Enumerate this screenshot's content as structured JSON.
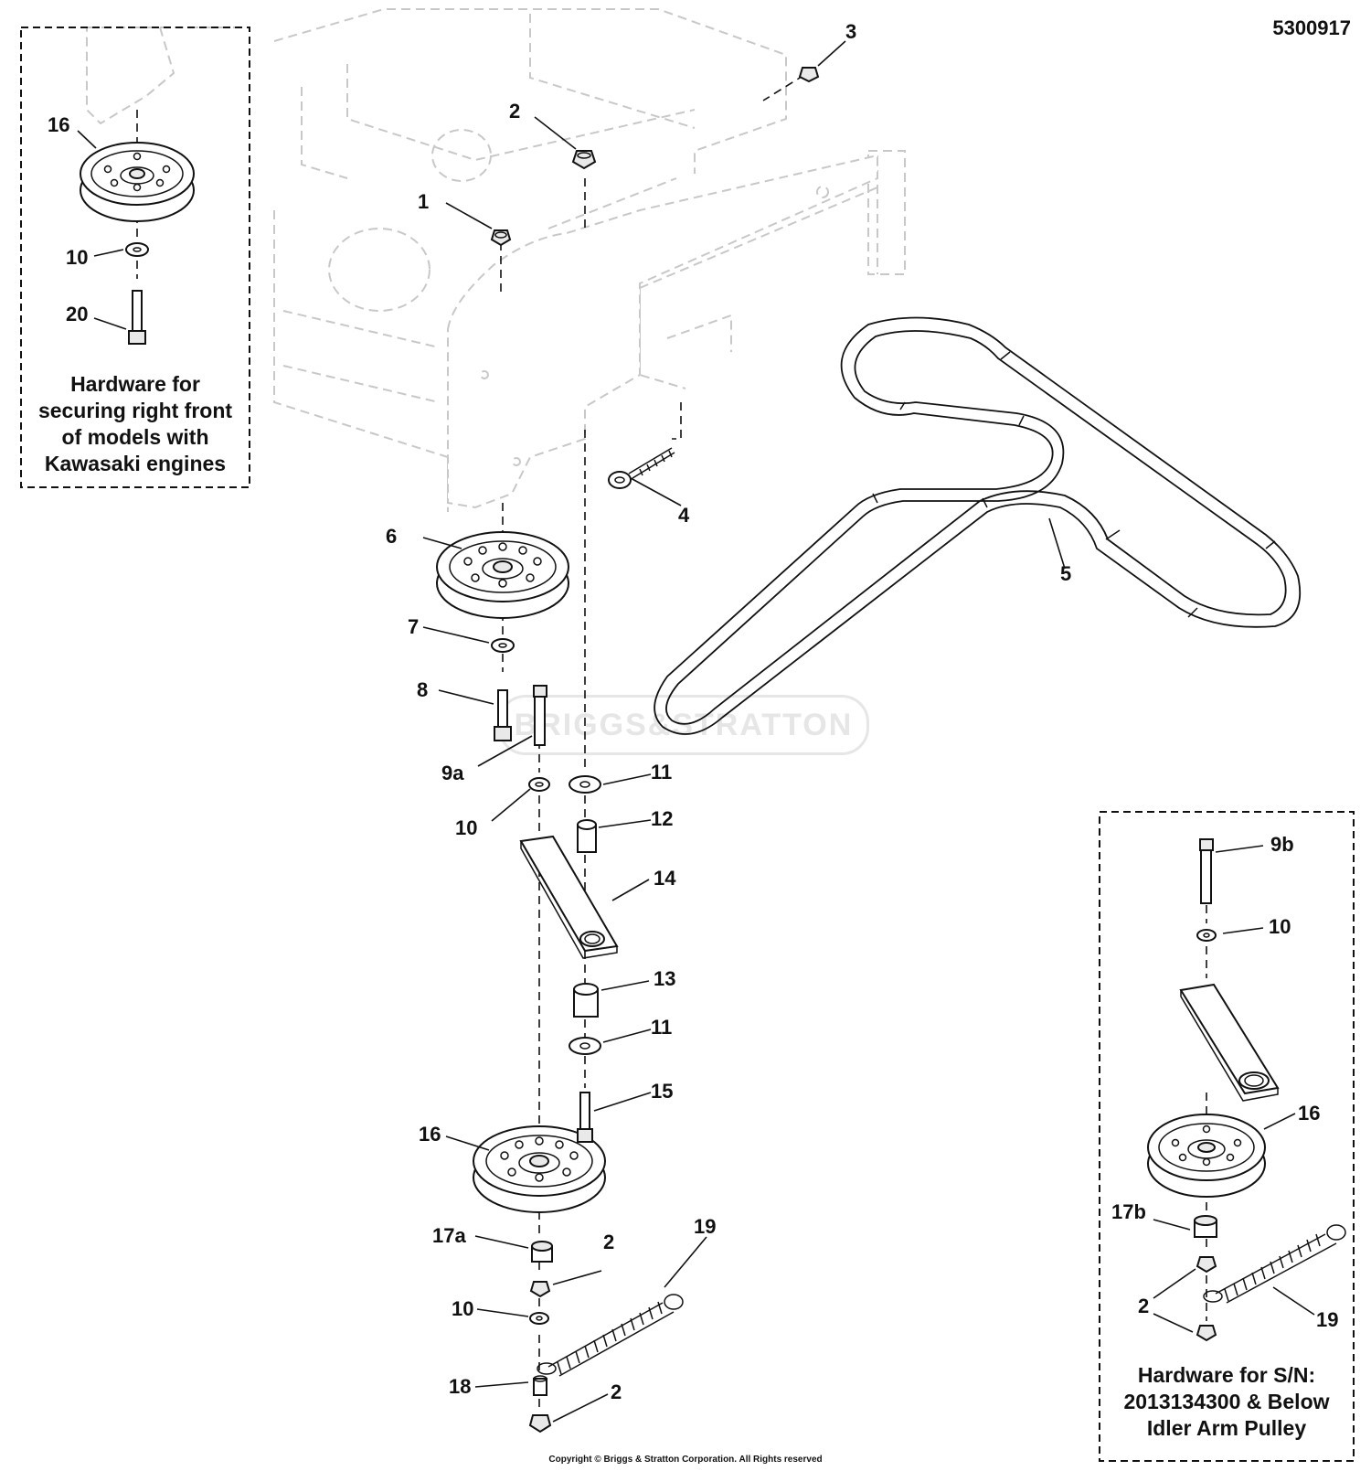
{
  "document_number": "5300917",
  "copyright": "Copyright © Briggs & Stratton Corporation. All Rights reserved",
  "watermark": "BRIGGS&STRATTON",
  "callouts": {
    "c1": "1",
    "c2_top": "2",
    "c3": "3",
    "c4": "4",
    "c5": "5",
    "c6": "6",
    "c7": "7",
    "c8": "8",
    "c9a": "9a",
    "c10_mid": "10",
    "c11_top": "11",
    "c12": "12",
    "c14": "14",
    "c13": "13",
    "c11_bot": "11",
    "c15": "15",
    "c16_main": "16",
    "c17a": "17a",
    "c2_mid": "2",
    "c19_main": "19",
    "c10_low": "10",
    "c18": "18",
    "c2_bot": "2"
  },
  "inset_left": {
    "callouts": {
      "c16": "16",
      "c10": "10",
      "c20": "20"
    },
    "note_lines": [
      "Hardware for",
      "securing right front",
      "of models with",
      "Kawasaki engines"
    ]
  },
  "inset_right": {
    "callouts": {
      "c9b": "9b",
      "c10": "10",
      "c16": "16",
      "c17b": "17b",
      "c2": "2",
      "c19": "19"
    },
    "note_lines": [
      "Hardware for S/N:",
      "2013134300 & Below",
      "Idler Arm Pulley"
    ]
  }
}
